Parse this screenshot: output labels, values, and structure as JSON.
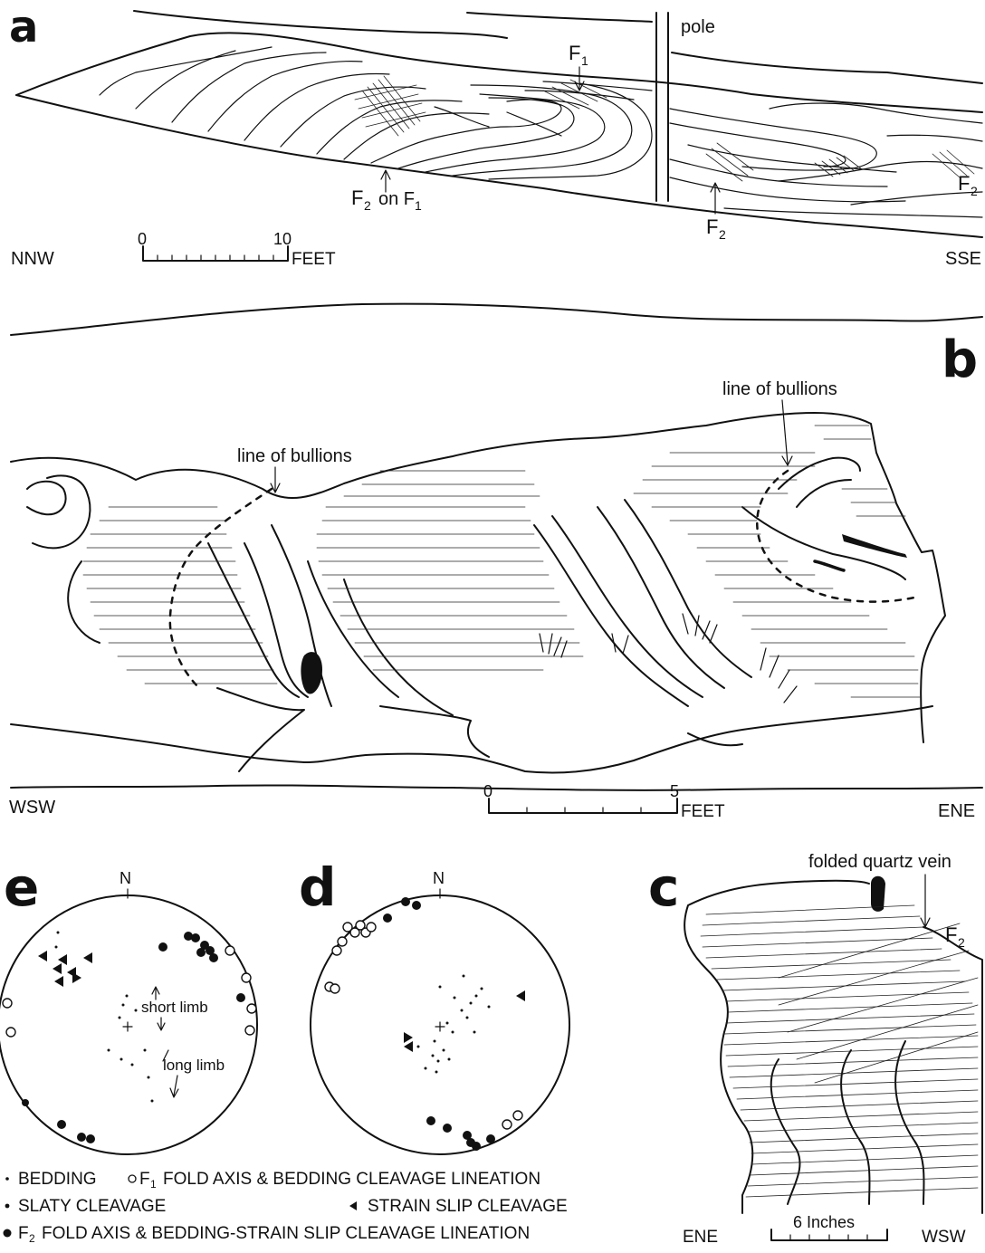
{
  "panel_a": {
    "letter": "a",
    "pole_label": "pole",
    "f1_label": "F",
    "f1_sub": "1",
    "f2_on_f1_label_a": "F",
    "f2_on_f1_sub_a": "2",
    "f2_on_f1_mid": "on F",
    "f2_on_f1_sub_b": "1",
    "f2_label": "F",
    "f2_sub": "2",
    "f2_right_label": "F",
    "f2_right_sub": "2",
    "left_dir": "NNW",
    "right_dir": "SSE",
    "scale_zero": "0",
    "scale_max": "10",
    "scale_unit": "FEET"
  },
  "panel_b": {
    "letter": "b",
    "bullions_left": "line of bullions",
    "bullions_right": "line of bullions",
    "left_dir": "WSW",
    "right_dir": "ENE",
    "scale_zero": "0",
    "scale_max": "5",
    "scale_unit": "FEET"
  },
  "panel_c": {
    "letter": "c",
    "quartz_label": "folded quartz vein",
    "f2_label": "F",
    "f2_sub": "2",
    "left_dir": "ENE",
    "right_dir": "WSW",
    "scale_label": "6 Inches"
  },
  "panel_d": {
    "letter": "d",
    "north": "N"
  },
  "panel_e": {
    "letter": "e",
    "north": "N",
    "short_limb": "short limb",
    "long_limb": "long limb"
  },
  "legend": {
    "bedding": "BEDDING",
    "f1_axis": "F",
    "f1_sub": "1",
    "f1_text": "FOLD AXIS & BEDDING CLEAVAGE LINEATION",
    "slaty": "SLATY CLEAVAGE",
    "strain_slip": "STRAIN SLIP CLEAVAGE",
    "f2_axis": "F",
    "f2_sub": "2",
    "f2_text": "FOLD AXIS & BEDDING-STRAIN SLIP CLEAVAGE LINEATION"
  }
}
